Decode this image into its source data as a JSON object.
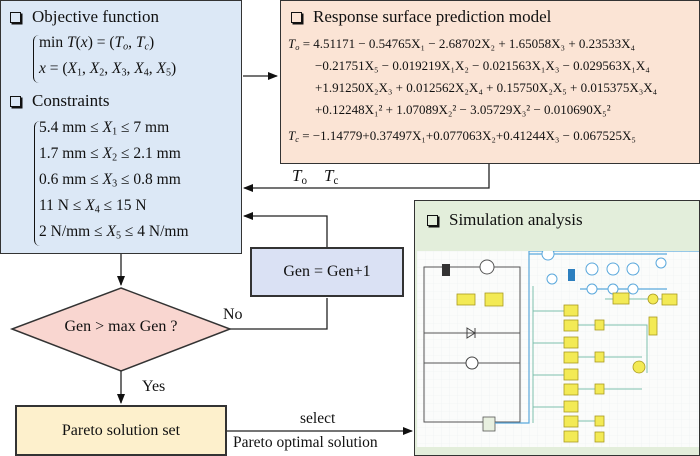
{
  "objective": {
    "header": "Objective function",
    "line1": {
      "prefix": "min ",
      "func": "T",
      "arg": "x",
      "eq": " = (",
      "t1": "T",
      "t1sub": "o",
      "sep": ", ",
      "t2": "T",
      "t2sub": "c",
      "close": ")"
    },
    "line2": {
      "var": "x",
      "eq": " = (",
      "vars": [
        "X1",
        "X2",
        "X3",
        "X4",
        "X5"
      ],
      "close": ")"
    }
  },
  "constraints": {
    "header": "Constraints",
    "items": [
      {
        "lower": "5.4 mm",
        "var": "X",
        "sub": "1",
        "upper": "7 mm"
      },
      {
        "lower": "1.7 mm",
        "var": "X",
        "sub": "2",
        "upper": "2.1 mm"
      },
      {
        "lower": "0.6 mm",
        "var": "X",
        "sub": "3",
        "upper": "0.8 mm"
      },
      {
        "lower": "11 N",
        "var": "X",
        "sub": "4",
        "upper": "15 N"
      },
      {
        "lower": "2 N/mm",
        "var": "X",
        "sub": "5",
        "upper": "4 N/mm"
      }
    ],
    "relation": "≤"
  },
  "response_model": {
    "header": "Response surface prediction model",
    "to_lines": [
      "4.51171 − 0.54765X₁ − 2.68702X₂ + 1.65058X₃ + 0.23533X₄",
      "−0.21751X₅ − 0.019219X₁X₂ − 0.021563X₁X₃ − 0.029563X₁X₄",
      "+1.91250X₂X₃ + 0.012562X₂X₄ + 0.15750X₂X₅ + 0.015375X₃X₄",
      "+0.12248X₁² + 1.07089X₂² − 3.05729X₃² − 0.010690X₅²"
    ],
    "to_label": "T",
    "to_sub": "o",
    "tc_label": "T",
    "tc_sub": "c",
    "tc_line": "−1.14779+0.37497X₁+0.077063X₂+0.41244X₃ − 0.067525X₅",
    "equals": " = "
  },
  "feedback_label": {
    "t1": "T",
    "t1sub": "o",
    "t2": "T",
    "t2sub": "c"
  },
  "gen_box": {
    "label": "Gen = Gen+1"
  },
  "decision": {
    "label": "Gen > max Gen ?",
    "no_label": "No",
    "yes_label": "Yes"
  },
  "pareto_box": {
    "label": "Pareto solution set"
  },
  "select_arrow": {
    "top_label": "select",
    "bottom_label": "Pareto optimal solution"
  },
  "simulation": {
    "header": "Simulation analysis"
  },
  "colors": {
    "objective_bg": "#dce8f6",
    "response_bg": "#fbe4d5",
    "gen_bg": "#dae1f4",
    "decision_bg": "#f9d6d0",
    "pareto_bg": "#fdf0cc",
    "simulation_bg": "#e3eedb",
    "stroke": "#333333"
  }
}
